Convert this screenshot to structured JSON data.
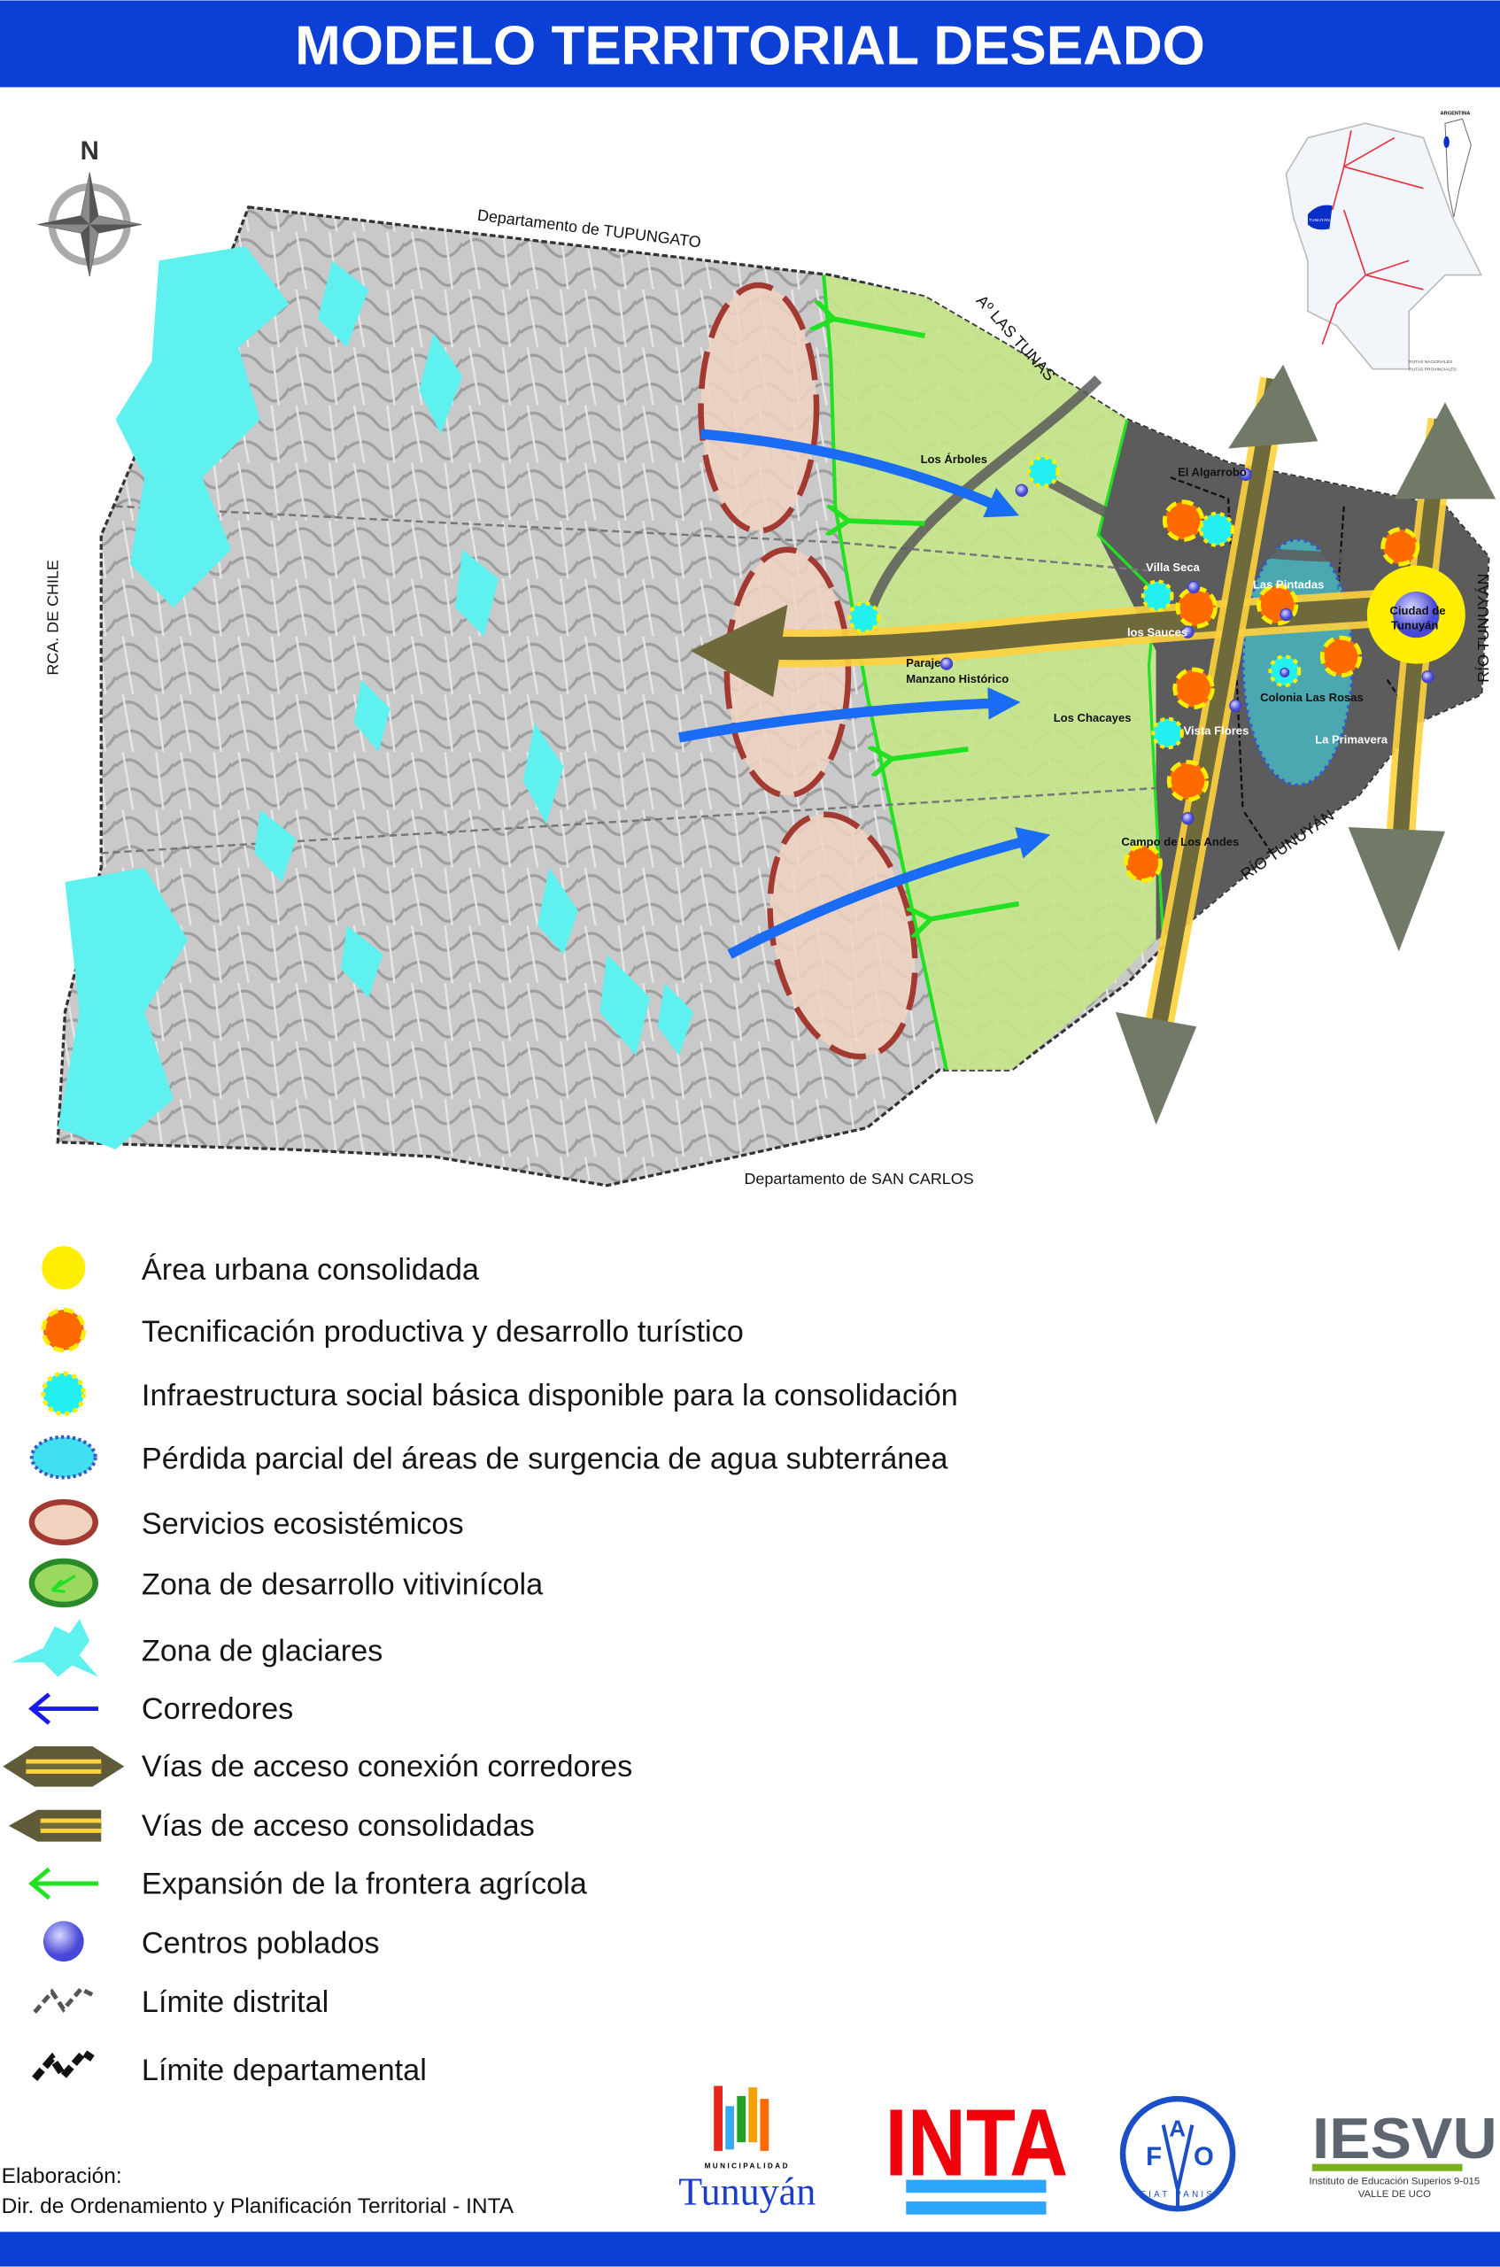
{
  "header": {
    "title": "MODELO TERRITORIAL DESEADO"
  },
  "compass": {
    "north": "N"
  },
  "map": {
    "borders": {
      "north": "Departamento de TUPUNGATO",
      "south": "Departamento de SAN CARLOS",
      "west": "RCA. DE CHILE",
      "east_river": "RÍO TUNUYÁN",
      "south_river": "RÍO TUNUYÁN",
      "stream": "Aº LAS TUNAS"
    },
    "places": {
      "los_arboles": "Los Árboles",
      "el_algarrobo": "El Algarrobo",
      "villa_seca": "Villa Seca",
      "las_pintadas": "Las Pintadas",
      "los_sauces": "los Sauces",
      "ciudad_1": "Ciudad de",
      "ciudad_2": "Tunuyán",
      "paraje_1": "Paraje",
      "paraje_2": "Manzano Histórico",
      "colonia_las_rosas": "Colonia Las Rosas",
      "los_chacayes": "Los Chacayes",
      "vista_flores": "Vista Flores",
      "la_primavera": "La Primavera",
      "campo_de_los_andes": "Campo de Los Andes"
    },
    "colors": {
      "corridor": "#1a6cf5",
      "agri": "#22e022",
      "urban": "#ffee00",
      "tech": "#ff6a00",
      "infra": "#22f0f0",
      "glacier": "#5ff0f0"
    }
  },
  "inset": {
    "country": "ARGENTINA",
    "highlight": "TUNUYÁN",
    "legend_national": "RUTAS NACIONALES",
    "legend_provincial": "RUTAS PROVINCIALES"
  },
  "legend": {
    "items": [
      {
        "label": "Área urbana consolidada"
      },
      {
        "label": "Tecnificación productiva y desarrollo  turístico"
      },
      {
        "label": "Infraestructura social básica disponible para la consolidación"
      },
      {
        "label": "Pérdida parcial del áreas de surgencia de agua subterránea"
      },
      {
        "label": "Servicios ecosistémicos"
      },
      {
        "label": "Zona de desarrollo vitivinícola"
      },
      {
        "label": "Zona de glaciares"
      },
      {
        "label": "Corredores"
      },
      {
        "label": "Vías de acceso conexión corredores"
      },
      {
        "label": "Vías de acceso consolidadas"
      },
      {
        "label": "Expansión de la frontera agrícola"
      },
      {
        "label": "Centros poblados"
      },
      {
        "label": "Límite distrital"
      },
      {
        "label": "Límite departamental"
      }
    ]
  },
  "footer": {
    "credit_label": "Elaboración:",
    "credit_org": "Dir. de Ordenamiento y Planificación Territorial - INTA",
    "logos": {
      "muni_small": "MUNICIPALIDAD",
      "muni_name": "Tunuyán",
      "inta": "INTA",
      "fao": "FAO",
      "fao_motto": "FIAT PANIS",
      "ies": "IESVU",
      "ies_sub1": "Instituto de Educación Superios 9-015",
      "ies_sub2": "VALLE DE UCO"
    }
  }
}
